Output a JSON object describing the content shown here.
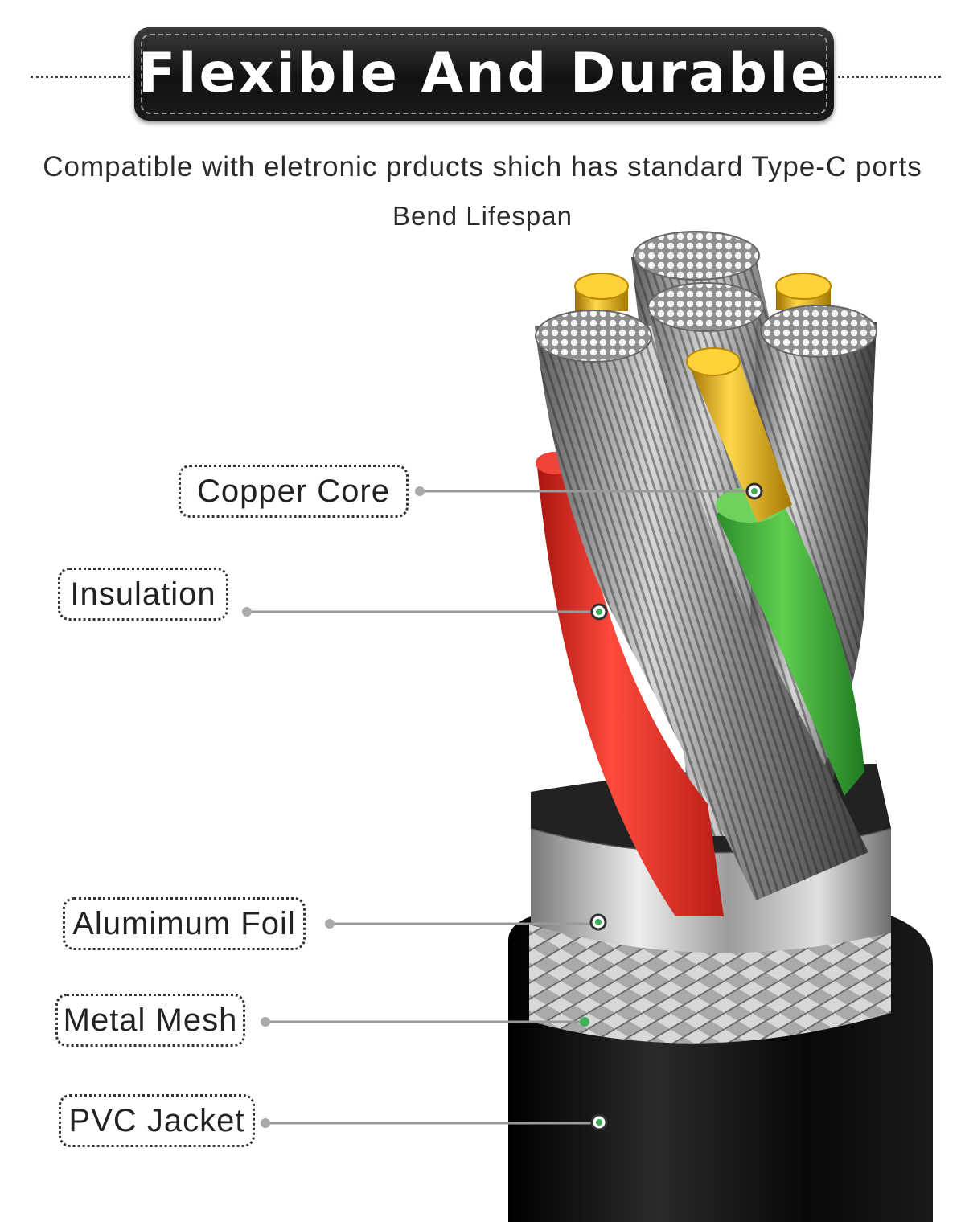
{
  "header": {
    "title": "Flexible And Durable",
    "subtitle": "Compatible with eletronic prducts shich has standard Type-C ports",
    "subtitle2": "Bend Lifespan"
  },
  "layers": [
    {
      "label": "Copper Core",
      "icon": "copper-core"
    },
    {
      "label": "Insulation",
      "icon": "insulation"
    },
    {
      "label": "Alumimum Foil",
      "icon": "aluminum-foil"
    },
    {
      "label": "Metal Mesh",
      "icon": "metal-mesh"
    },
    {
      "label": "PVC Jacket",
      "icon": "pvc-jacket"
    }
  ],
  "colors": {
    "jacket": "#0d0d0d",
    "copper": "#e0ad16",
    "insulation_red": "#e0302a",
    "insulation_green": "#3dac3d",
    "strand_silver": "#b9b9b9",
    "foil": "#c8c8c8",
    "leader_dot": "#3fae5a"
  }
}
